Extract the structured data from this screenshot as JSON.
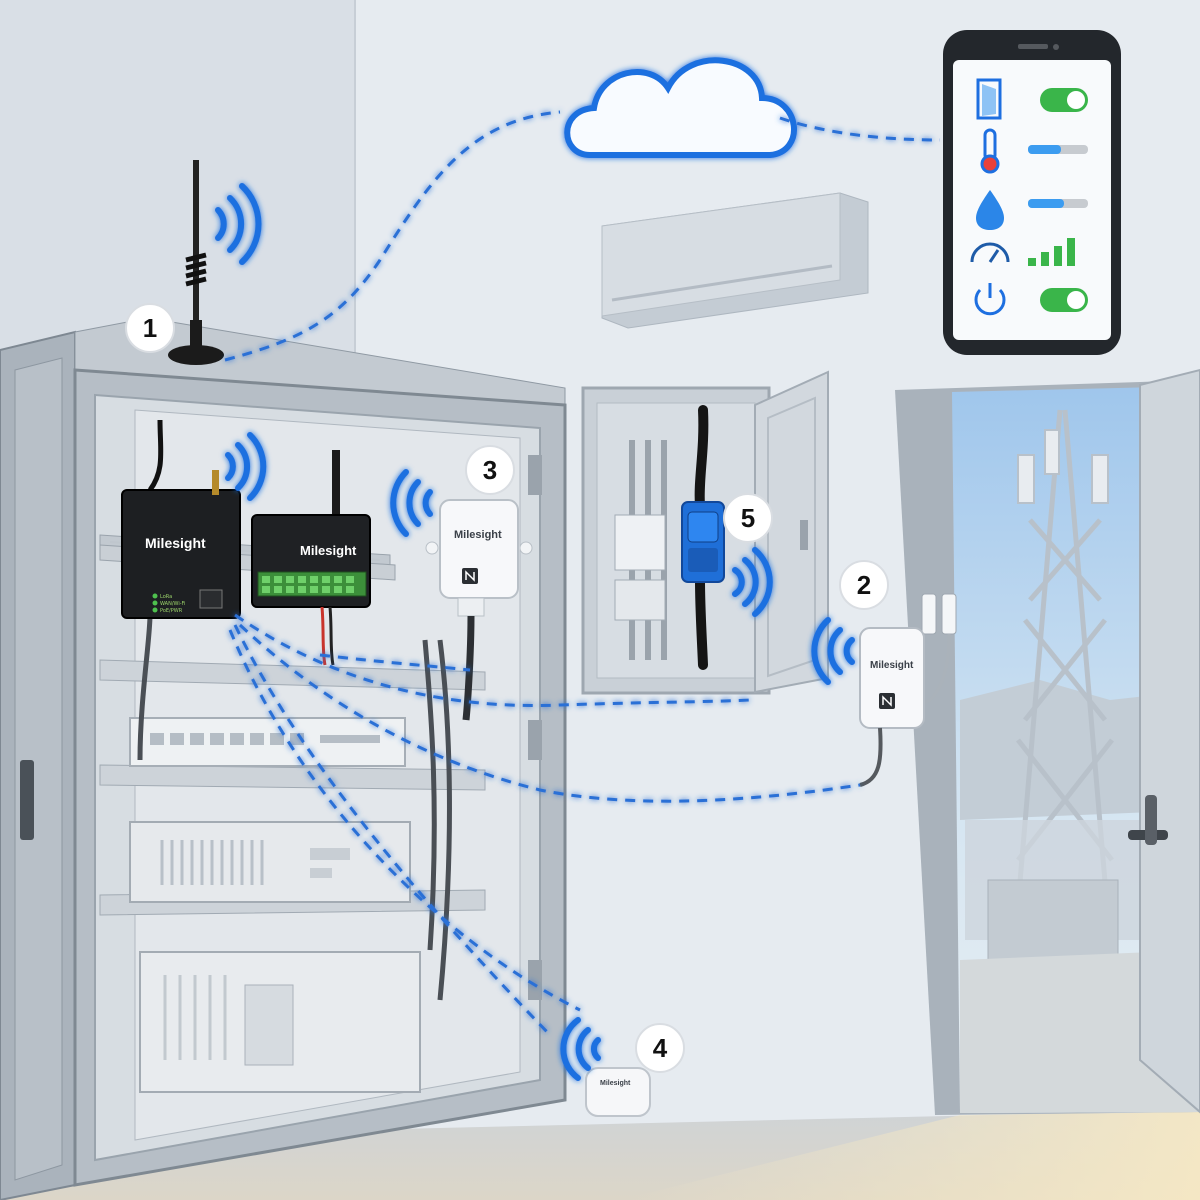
{
  "brand": {
    "name": "Milesight",
    "accent_color": "#1e6fe0",
    "dash_color": "#2a6fd6"
  },
  "badges": [
    "1",
    "2",
    "3",
    "4",
    "5"
  ],
  "devices": {
    "gateway": {
      "brand": "Milesight",
      "led_labels": [
        "LoRa",
        "WAN/Wi-Fi",
        "PoE/PWR"
      ]
    },
    "controller": {
      "brand": "Milesight"
    },
    "sensor_3": {
      "brand": "Milesight",
      "icon": "nfc-icon"
    },
    "sensor_2": {
      "brand": "Milesight",
      "icon": "nfc-icon"
    },
    "sensor_4": {
      "brand": "Milesight"
    },
    "current_clamp_5": {
      "color": "#1f6fd8"
    }
  },
  "app": {
    "rows": [
      {
        "icon": "door-icon",
        "control": "toggle",
        "state": "on"
      },
      {
        "icon": "thermometer-icon",
        "control": "slider",
        "level": 0.55
      },
      {
        "icon": "water-drop-icon",
        "control": "slider",
        "level": 0.6
      },
      {
        "icon": "gauge-icon",
        "control": "signal-bars",
        "bars": 4
      },
      {
        "icon": "power-icon",
        "control": "toggle",
        "state": "on"
      }
    ],
    "toggle_color": "#3ab54a",
    "slider_color": "#3c9cf0"
  }
}
